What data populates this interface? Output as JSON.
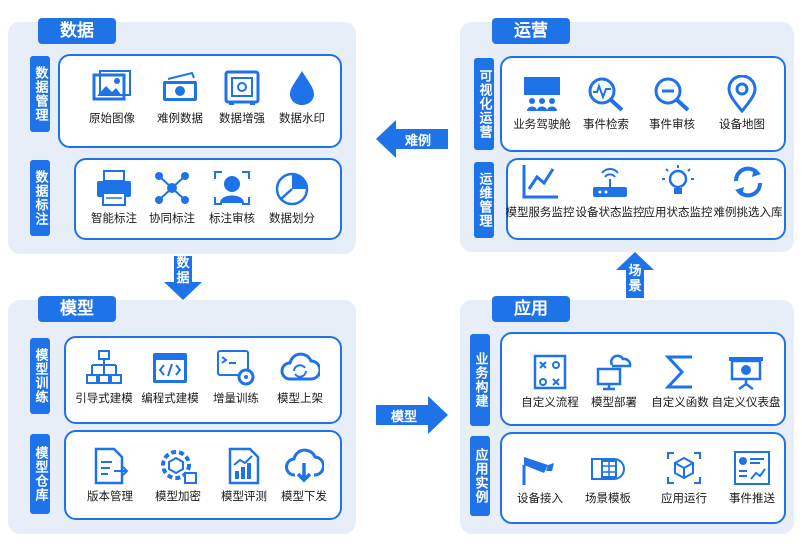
{
  "data_section": {
    "title": "数据",
    "management": {
      "label": "数据管理",
      "items": [
        "原始图像",
        "难例数据",
        "数据增强",
        "数据水印"
      ]
    },
    "labeling": {
      "label": "数据标注",
      "items": [
        "智能标注",
        "协同标注",
        "标注审核",
        "数据划分"
      ]
    }
  },
  "ops_section": {
    "title": "运营",
    "visual": {
      "label": "可视化运营",
      "items": [
        "业务驾驶舱",
        "事件检索",
        "事件审核",
        "设备地图"
      ]
    },
    "maintenance": {
      "label": "运维管理",
      "items": [
        "模型服务监控",
        "设备状态监控",
        "应用状态监控",
        "难例挑选入库"
      ]
    }
  },
  "model_section": {
    "title": "模型",
    "training": {
      "label": "模型训练",
      "items": [
        "引导式建模",
        "编程式建模",
        "增量训练",
        "模型上架"
      ]
    },
    "warehouse": {
      "label": "模型仓库",
      "items": [
        "版本管理",
        "模型加密",
        "模型评测",
        "模型下发"
      ]
    }
  },
  "app_section": {
    "title": "应用",
    "build": {
      "label": "业务构建",
      "items": [
        "自定义流程",
        "模型部署",
        "自定义函数",
        "自定义仪表盘"
      ]
    },
    "instance": {
      "label": "应用实例",
      "items": [
        "设备接入",
        "场景模板",
        "应用运行",
        "事件推送"
      ]
    }
  },
  "arrows": {
    "hard_case": "难例",
    "data": "数据",
    "scene": "场景",
    "model": "模型"
  },
  "colors": {
    "primary": "#1e73e8",
    "panel_bg": "#e8eef7"
  }
}
